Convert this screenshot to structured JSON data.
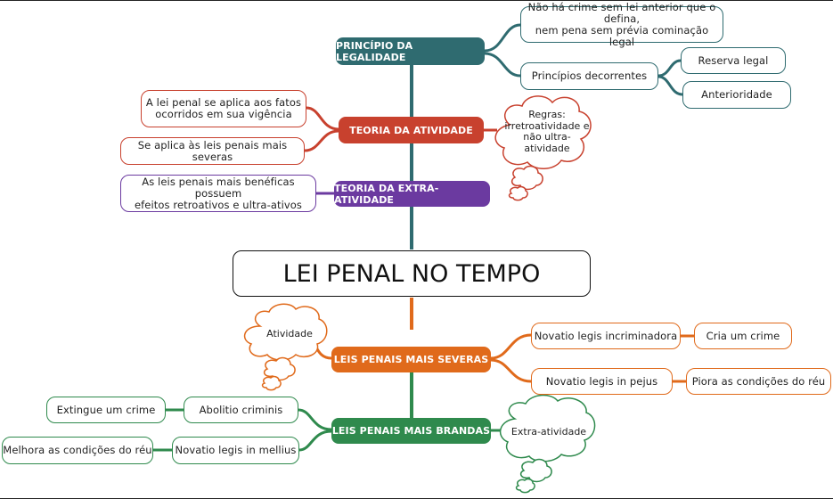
{
  "central": "LEI PENAL NO TEMPO",
  "colors": {
    "teal": "#2f6b70",
    "red": "#c8412e",
    "purple": "#6b3aa0",
    "orange": "#e06a1b",
    "green": "#2f8a4d"
  },
  "legalidade": {
    "title": "PRINCÍPIO DA LEGALIDADE",
    "definicao": "Não há crime sem lei anterior que o defina,\nnem pena sem prévia cominação legal",
    "decorrentes": "Princípios decorrentes",
    "reserva": "Reserva legal",
    "anterioridade": "Anterioridade"
  },
  "atividade": {
    "title": "TEORIA DA ATIVIDADE",
    "fatos": "A lei penal se aplica aos fatos\nocorridos em sua vigência",
    "severas": "Se aplica às leis penais mais severas",
    "cloud": "Regras:\nirretroatividade e\nnão ultra-atividade"
  },
  "extra": {
    "title": "TEORIA DA EXTRA-ATIVIDADE",
    "beneficas": "As leis penais mais benéficas possuem\nefeitos retroativos e ultra-ativos"
  },
  "severas": {
    "title": "LEIS PENAIS MAIS SEVERAS",
    "cloud": "Atividade",
    "incriminadora": "Novatio legis incriminadora",
    "cria": "Cria um crime",
    "pejus": "Novatio legis in pejus",
    "piora": "Piora as condições do réu"
  },
  "brandas": {
    "title": "LEIS PENAIS MAIS BRANDAS",
    "cloud": "Extra-atividade",
    "abolitio": "Abolitio criminis",
    "extingue": "Extingue um crime",
    "mellius": "Novatio legis in mellius",
    "melhora": "Melhora as condições do réu"
  }
}
